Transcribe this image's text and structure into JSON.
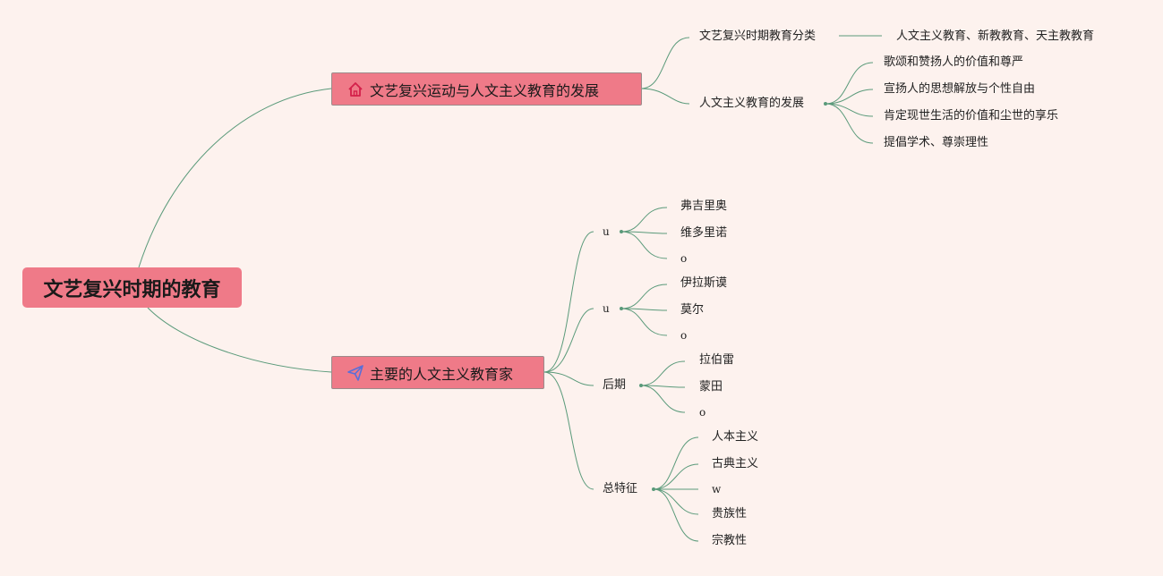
{
  "root": "文艺复兴时期的教育",
  "branch1": {
    "title": "文艺复兴运动与人文主义教育的发展",
    "icon": "home-icon",
    "classification": {
      "label": "文艺复兴时期教育分类",
      "value": "人文主义教育、新教教育、天主教教育"
    },
    "development": {
      "label": "人文主义教育的发展",
      "items": [
        "歌颂和赞扬人的价值和尊严",
        "宣扬人的思想解放与个性自由",
        "肯定现世生活的价值和尘世的享乐",
        "提倡学术、尊崇理性"
      ]
    }
  },
  "branch2": {
    "title": "主要的人文主义教育家",
    "icon": "send-icon",
    "group1": {
      "label": "u",
      "items": [
        "弗吉里奥",
        "维多里诺",
        "o"
      ]
    },
    "group2": {
      "label": "u",
      "items": [
        "伊拉斯谟",
        "莫尔",
        "o"
      ]
    },
    "group3": {
      "label": "后期",
      "items": [
        "拉伯雷",
        "蒙田",
        "o"
      ]
    },
    "group4": {
      "label": "总特征",
      "items": [
        "人本主义",
        "古典主义",
        "w",
        "贵族性",
        "宗教性"
      ]
    }
  },
  "colors": {
    "node_fill": "#ef7a88",
    "line": "#5a9a7a",
    "background": "#fdf2ee"
  }
}
